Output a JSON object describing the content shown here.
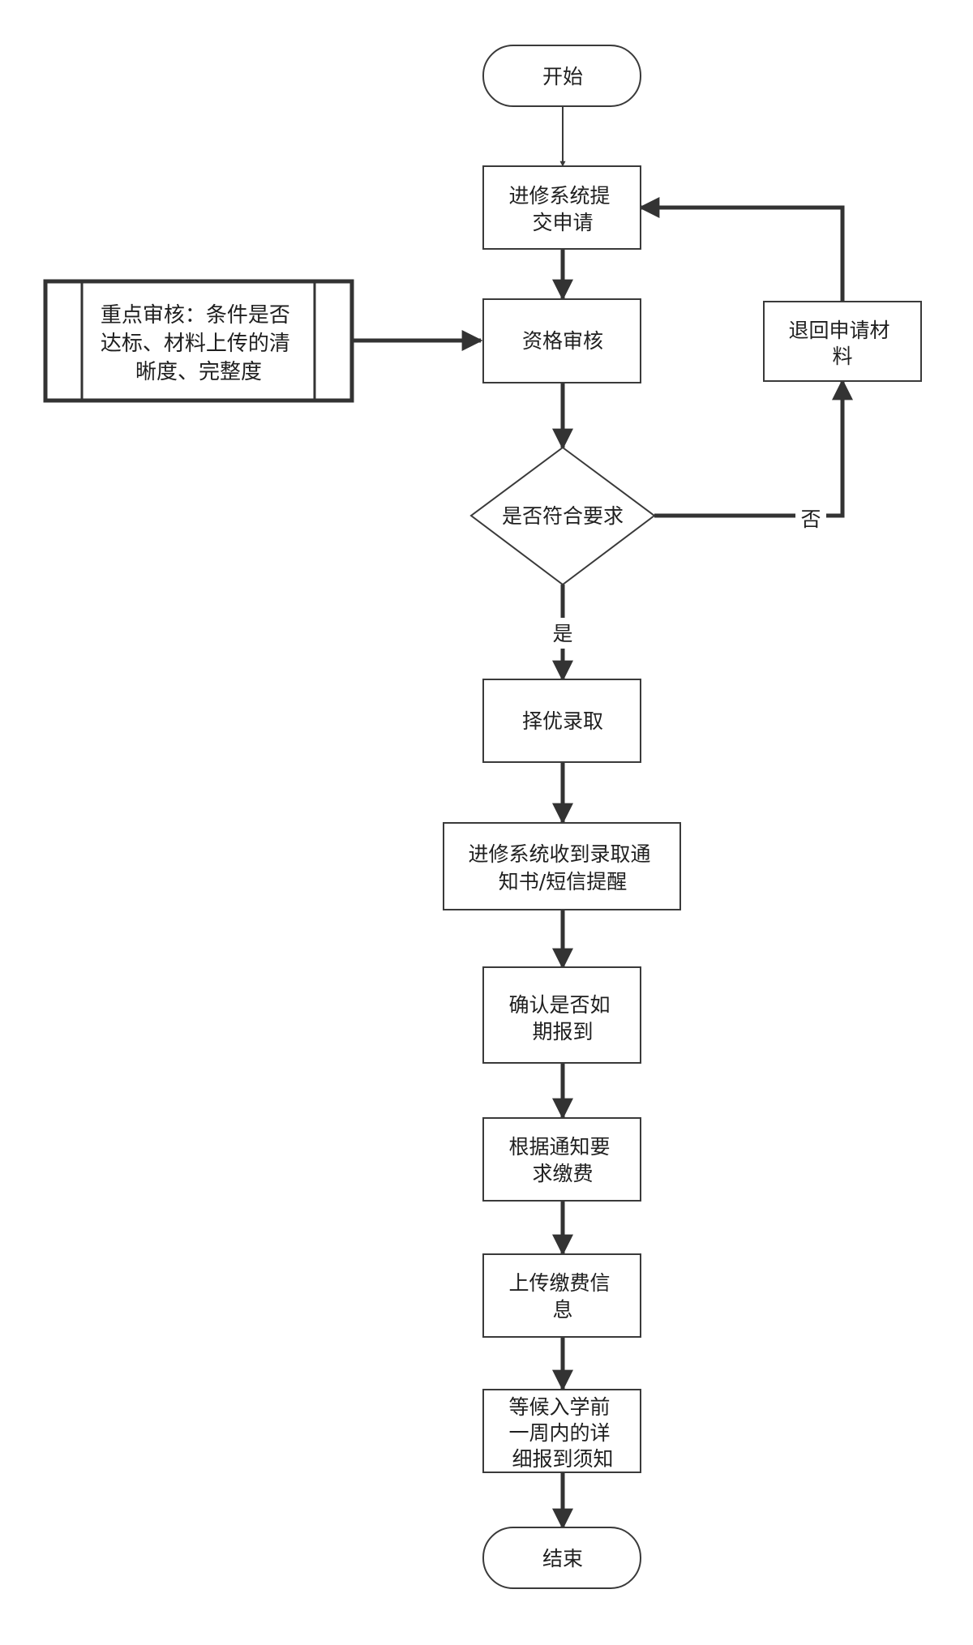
{
  "diagram": {
    "start": {
      "label": "开始"
    },
    "submit": {
      "lines": [
        "进修系统提",
        "交申请"
      ]
    },
    "review": {
      "label": "资格审核"
    },
    "note": {
      "lines": [
        "重点审核：条件是否",
        "达标、材料上传的清",
        "晰度、完整度"
      ]
    },
    "decision": {
      "label": "是否符合要求"
    },
    "yes_label": "是",
    "no_label": "否",
    "return": {
      "lines": [
        "退回申请材",
        "料"
      ]
    },
    "select": {
      "label": "择优录取"
    },
    "notice": {
      "lines": [
        "进修系统收到录取通",
        "知书/短信提醒"
      ]
    },
    "confirm": {
      "lines": [
        "确认是否如",
        "期报到"
      ]
    },
    "pay": {
      "lines": [
        "根据通知要",
        "求缴费"
      ]
    },
    "upload": {
      "lines": [
        "上传缴费信",
        "息"
      ]
    },
    "wait": {
      "lines": [
        "等候入学前",
        "一周内的详",
        "细报到须知"
      ]
    },
    "end": {
      "label": "结束"
    }
  },
  "colors": {
    "stroke": "#3a3a3a",
    "thick_stroke": "#333333",
    "text": "#1f1f1f",
    "background": "#ffffff"
  }
}
